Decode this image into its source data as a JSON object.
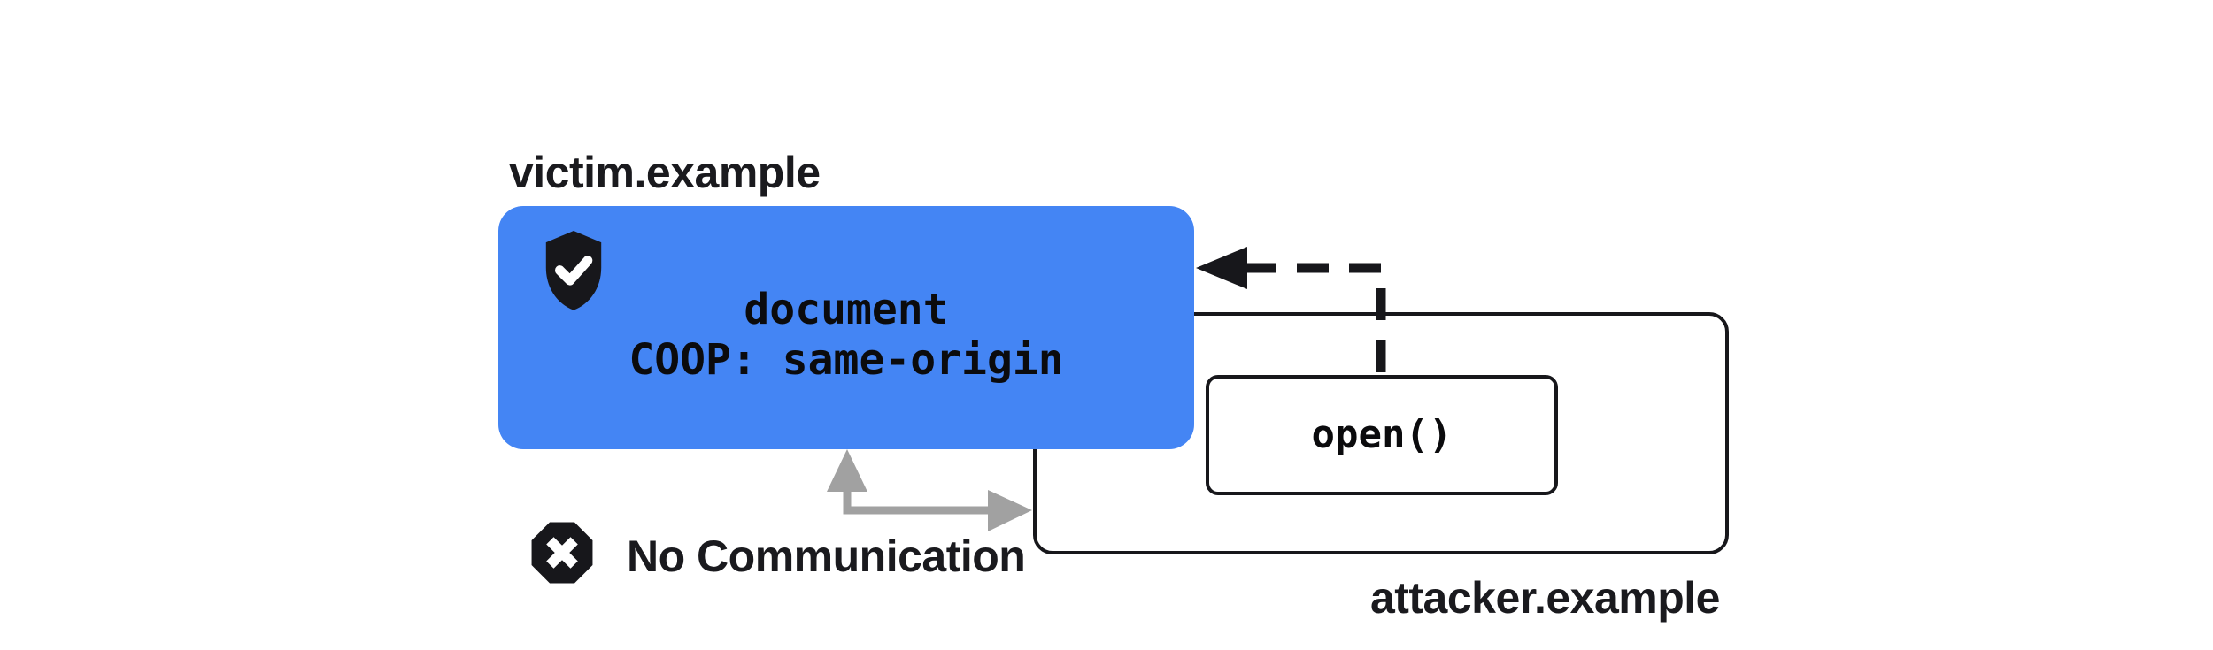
{
  "diagram": {
    "victim": {
      "domain_label": "victim.example",
      "document_line": "document",
      "coop_line": "COOP: same-origin"
    },
    "attacker": {
      "domain_label": "attacker.example",
      "open_call_label": "open()"
    },
    "no_communication": {
      "label": "No Communication"
    },
    "icons": {
      "victim_badge": "shield-check-icon",
      "no_communication_badge": "x-octagon-icon",
      "open_to_victim": "dashed-left-arrow",
      "blocked_channel": "gray-elbow-arrow"
    },
    "colors": {
      "victim_box_blue": "#4485f4",
      "ink_black": "#17171b",
      "arrow_gray": "#a1a1a1",
      "background_white": "#ffffff",
      "icon_glyph_white": "#ffffff"
    }
  }
}
